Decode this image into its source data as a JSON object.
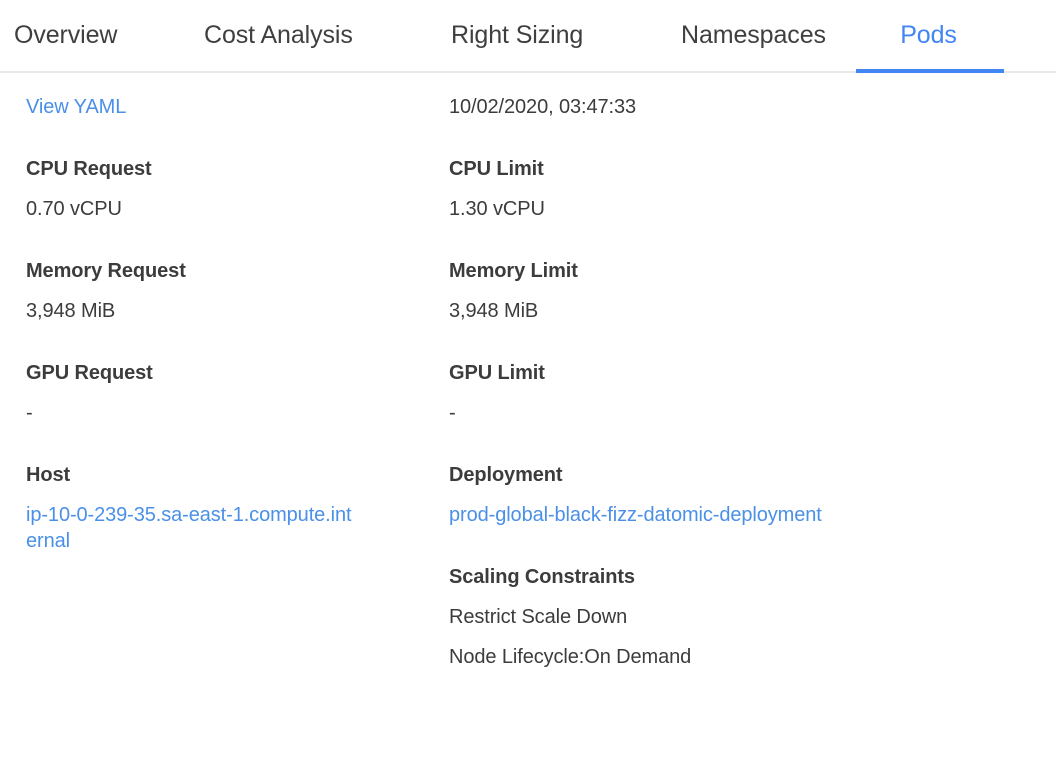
{
  "tabs": [
    {
      "label": "Overview",
      "active": false
    },
    {
      "label": "Cost Analysis",
      "active": false
    },
    {
      "label": "Right Sizing",
      "active": false
    },
    {
      "label": "Namespaces",
      "active": false
    },
    {
      "label": "Pods",
      "active": true
    }
  ],
  "colors": {
    "accent": "#4285f4",
    "link": "#4a90e8",
    "text": "#3c3c3c",
    "divider": "#e9e9e9",
    "background": "#ffffff"
  },
  "left_column": {
    "view_yaml_link": "View YAML",
    "fields": [
      {
        "label": "CPU Request",
        "value": "0.70 vCPU"
      },
      {
        "label": "Memory Request",
        "value": "3,948 MiB"
      },
      {
        "label": "GPU Request",
        "value": "-"
      },
      {
        "label": "Host",
        "value": "ip-10-0-239-35.sa-east-1.compute.internal",
        "is_link": true
      }
    ]
  },
  "right_column": {
    "timestamp": "10/02/2020, 03:47:33",
    "fields": [
      {
        "label": "CPU Limit",
        "value": "1.30 vCPU"
      },
      {
        "label": "Memory Limit",
        "value": "3,948 MiB"
      },
      {
        "label": "GPU Limit",
        "value": "-"
      },
      {
        "label": "Deployment",
        "value": "prod-global-black-fizz-datomic-deployment",
        "is_link": true
      }
    ],
    "scaling_constraints": {
      "heading": "Scaling Constraints",
      "items": [
        "Restrict Scale Down",
        "Node Lifecycle:On Demand"
      ]
    }
  }
}
